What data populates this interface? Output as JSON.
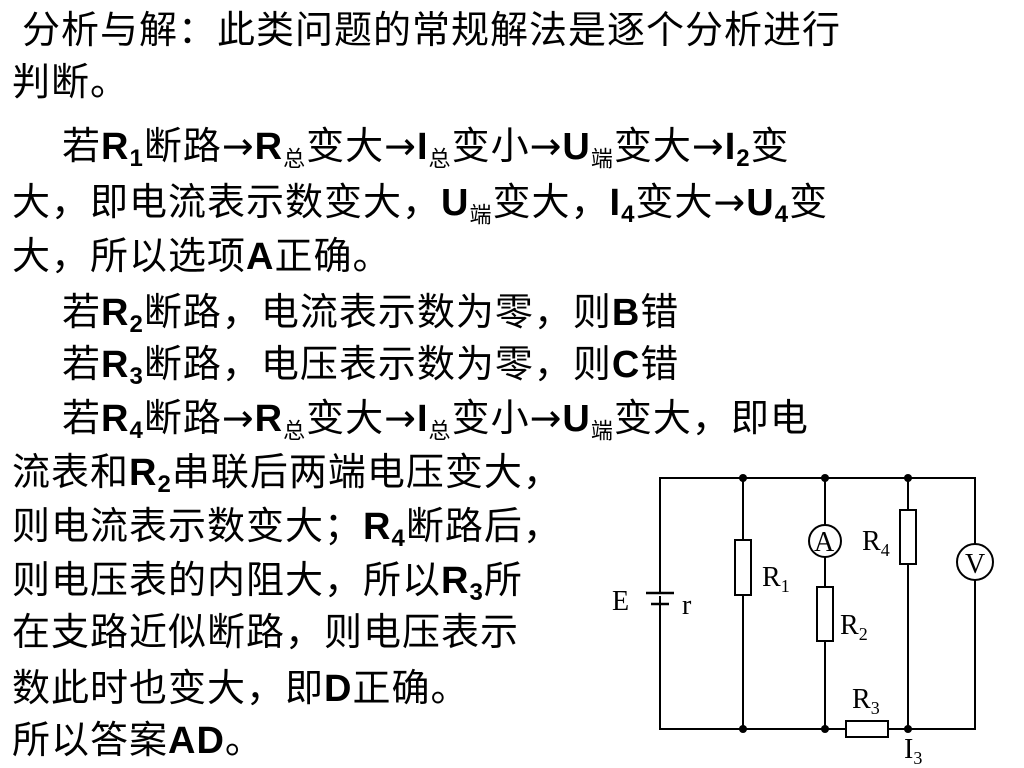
{
  "lines": {
    "l1": "分析与解：此类问题的常规解法是逐个分析进行",
    "l2": "判断。",
    "l3": {
      "a": "若",
      "b": "R",
      "c": "1",
      "d": "断路→",
      "e": "R",
      "f": "总",
      "g": "变大→",
      "h": "I",
      "i": "总",
      "j": "变小→",
      "k": "U",
      "l": "端",
      "m": "变大→",
      "n": "I",
      "o": "2",
      "p": "变"
    },
    "l4": {
      "a": "大，即电流表示数变大，",
      "b": "U",
      "c": "端",
      "d": "变大，",
      "e": "I",
      "f": "4",
      "g": "变大→",
      "h": "U",
      "i": "4",
      "j": "变"
    },
    "l5": {
      "a": "大，所以选项",
      "b": "A",
      "c": "正确。"
    },
    "l6": {
      "a": "若",
      "b": "R",
      "c": "2",
      "d": "断路，电流表示数为零，则",
      "e": "B",
      "f": "错"
    },
    "l7": {
      "a": "若",
      "b": "R",
      "c": "3",
      "d": "断路，电压表示数为零，则",
      "e": "C",
      "f": "错"
    },
    "l8": {
      "a": "若",
      "b": "R",
      "c": "4",
      "d": "断路→",
      "e": "R",
      "f": "总",
      "g": "变大→",
      "h": "I",
      "i": "总",
      "j": "变小→",
      "k": "U",
      "l": "端",
      "m": "变大，即电"
    },
    "l9": {
      "a": "流表和",
      "b": "R",
      "c": "2",
      "d": "串联后两端电压变大，"
    },
    "l10": {
      "a": "则电流表示数变大；",
      "b": "R",
      "c": "4",
      "d": "断路后，"
    },
    "l11": {
      "a": "则电压表的内阻大，所以",
      "b": "R",
      "c": "3",
      "d": "所"
    },
    "l12": "在支路近似断路，则电压表示",
    "l13": {
      "a": "数此时也变大，即",
      "b": "D",
      "c": "正确。"
    },
    "l14": {
      "a": "所以答案",
      "b": "AD",
      "c": "。"
    }
  },
  "circuit": {
    "ammeter": "A",
    "voltmeter": "V",
    "r1": {
      "main": "R",
      "sub": "1"
    },
    "r2": {
      "main": "R",
      "sub": "2"
    },
    "r3": {
      "main": "R",
      "sub": "3"
    },
    "r4": {
      "main": "R",
      "sub": "4"
    },
    "emf": "E",
    "internal_r": "r",
    "i3": {
      "main": "I",
      "sub": "3"
    }
  }
}
